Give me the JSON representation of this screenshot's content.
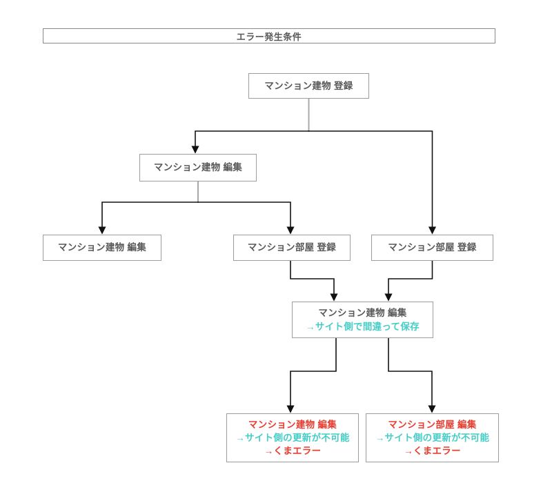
{
  "title": "エラー発生条件",
  "nodes": {
    "building_register": {
      "line1": "マンション建物 登録"
    },
    "building_edit_1": {
      "line1": "マンション建物 編集"
    },
    "building_edit_2": {
      "line1": "マンション建物 編集"
    },
    "room_register_1": {
      "line1": "マンション部屋 登録"
    },
    "room_register_2": {
      "line1": "マンション部屋 登録"
    },
    "building_edit_wrong_save": {
      "line1": "マンション建物 編集",
      "line2": "→サイト側で間違って保存"
    },
    "building_edit_error": {
      "line1": "マンション建物 編集",
      "line2": "→サイト側の更新が不可能",
      "line3": "→くまエラー"
    },
    "room_edit_error": {
      "line1": "マンション部屋 編集",
      "line2": "→サイト側の更新が不可能",
      "line3": "→くまエラー"
    }
  },
  "colors": {
    "node_border": "#9c9c9c",
    "title_border": "#8a8a8a",
    "gray_text": "#595959",
    "teal_text": "#45cdc6",
    "red_text": "#e73c2e",
    "connector_black": "#111111",
    "connector_gray": "#a8a8a8"
  }
}
